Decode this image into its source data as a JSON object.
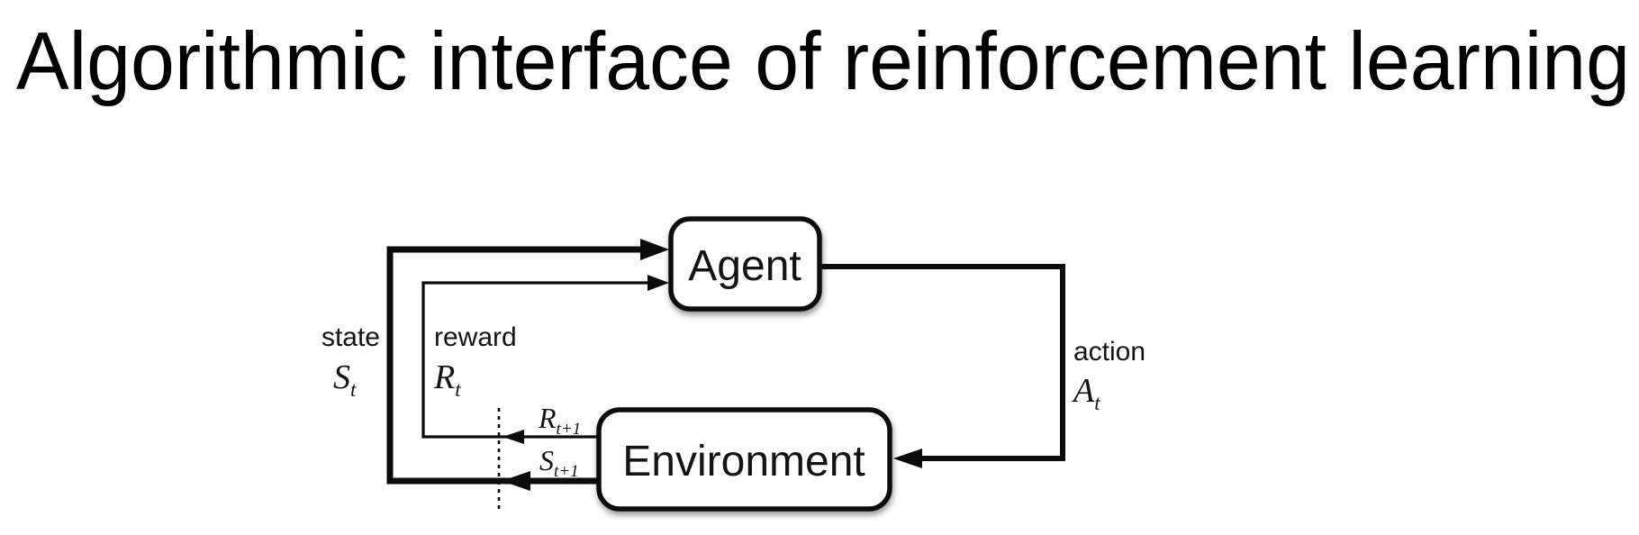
{
  "page": {
    "background_color": "#ffffff",
    "title": "Algorithmic interface of reinforcement learning"
  },
  "diagram": {
    "type": "flow-diagram",
    "description_visible_text_only": true,
    "nodes": {
      "agent": "Agent",
      "environment": "Environment"
    },
    "labels": {
      "state_word": "state",
      "state_sym": "S",
      "state_sub": "t",
      "reward_word": "reward",
      "reward_sym": "R",
      "reward_sub": "t",
      "action_word": "action",
      "action_sym": "A",
      "action_sub": "t",
      "next_reward_sym": "R",
      "next_reward_sub": "t+1",
      "next_state_sym": "S",
      "next_state_sub": "t+1"
    },
    "colors": {
      "line": "#0b0b0b",
      "text": "#141414",
      "box_fill": "#ffffff",
      "box_border": "#0b0b0b"
    }
  }
}
